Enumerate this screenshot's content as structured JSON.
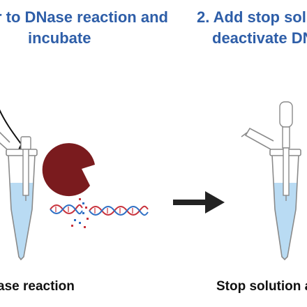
{
  "step1": {
    "title_line1": "r to DNase reaction and",
    "title_line2": "incubate",
    "caption": "ase reaction"
  },
  "step2": {
    "title_line1": "2. Add stop solu",
    "title_line2": "deactivate DN",
    "caption": "Stop solution a"
  },
  "colors": {
    "title_blue": "#2e5ea8",
    "tube_liquid": "#b9dbf3",
    "enzyme": "#7a1b1e",
    "dna_red": "#c8323c",
    "dna_blue": "#2e6fc4",
    "arrow": "#222222"
  },
  "icons": [
    "pipette-icon",
    "microcentrifuge-tube-icon",
    "dnase-enzyme-icon",
    "dna-strand-icon",
    "arrow-right-icon"
  ]
}
